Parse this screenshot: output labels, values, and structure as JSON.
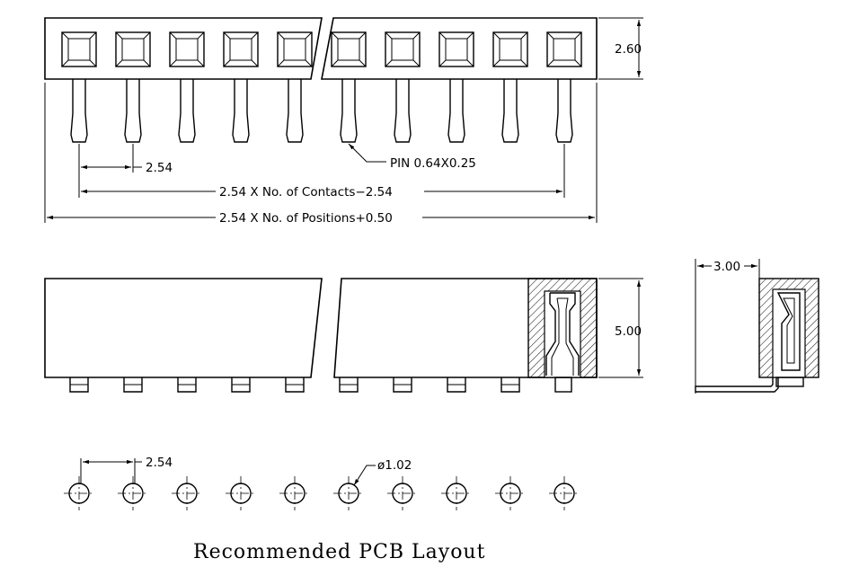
{
  "dimensions": {
    "height_top": "2.60",
    "pitch_top": "2.54",
    "pin_callout": "PIN  0.64X0.25",
    "contacts_span": "2.54  X  No.  of  Contacts−2.54",
    "positions_span": "2.54  X  No.  of  Positions+0.50",
    "height_side": "5.00",
    "offset_end": "3.00",
    "pitch_pcb": "2.54",
    "hole_diameter": "ø1.02"
  },
  "title": "Recommended PCB Layout"
}
